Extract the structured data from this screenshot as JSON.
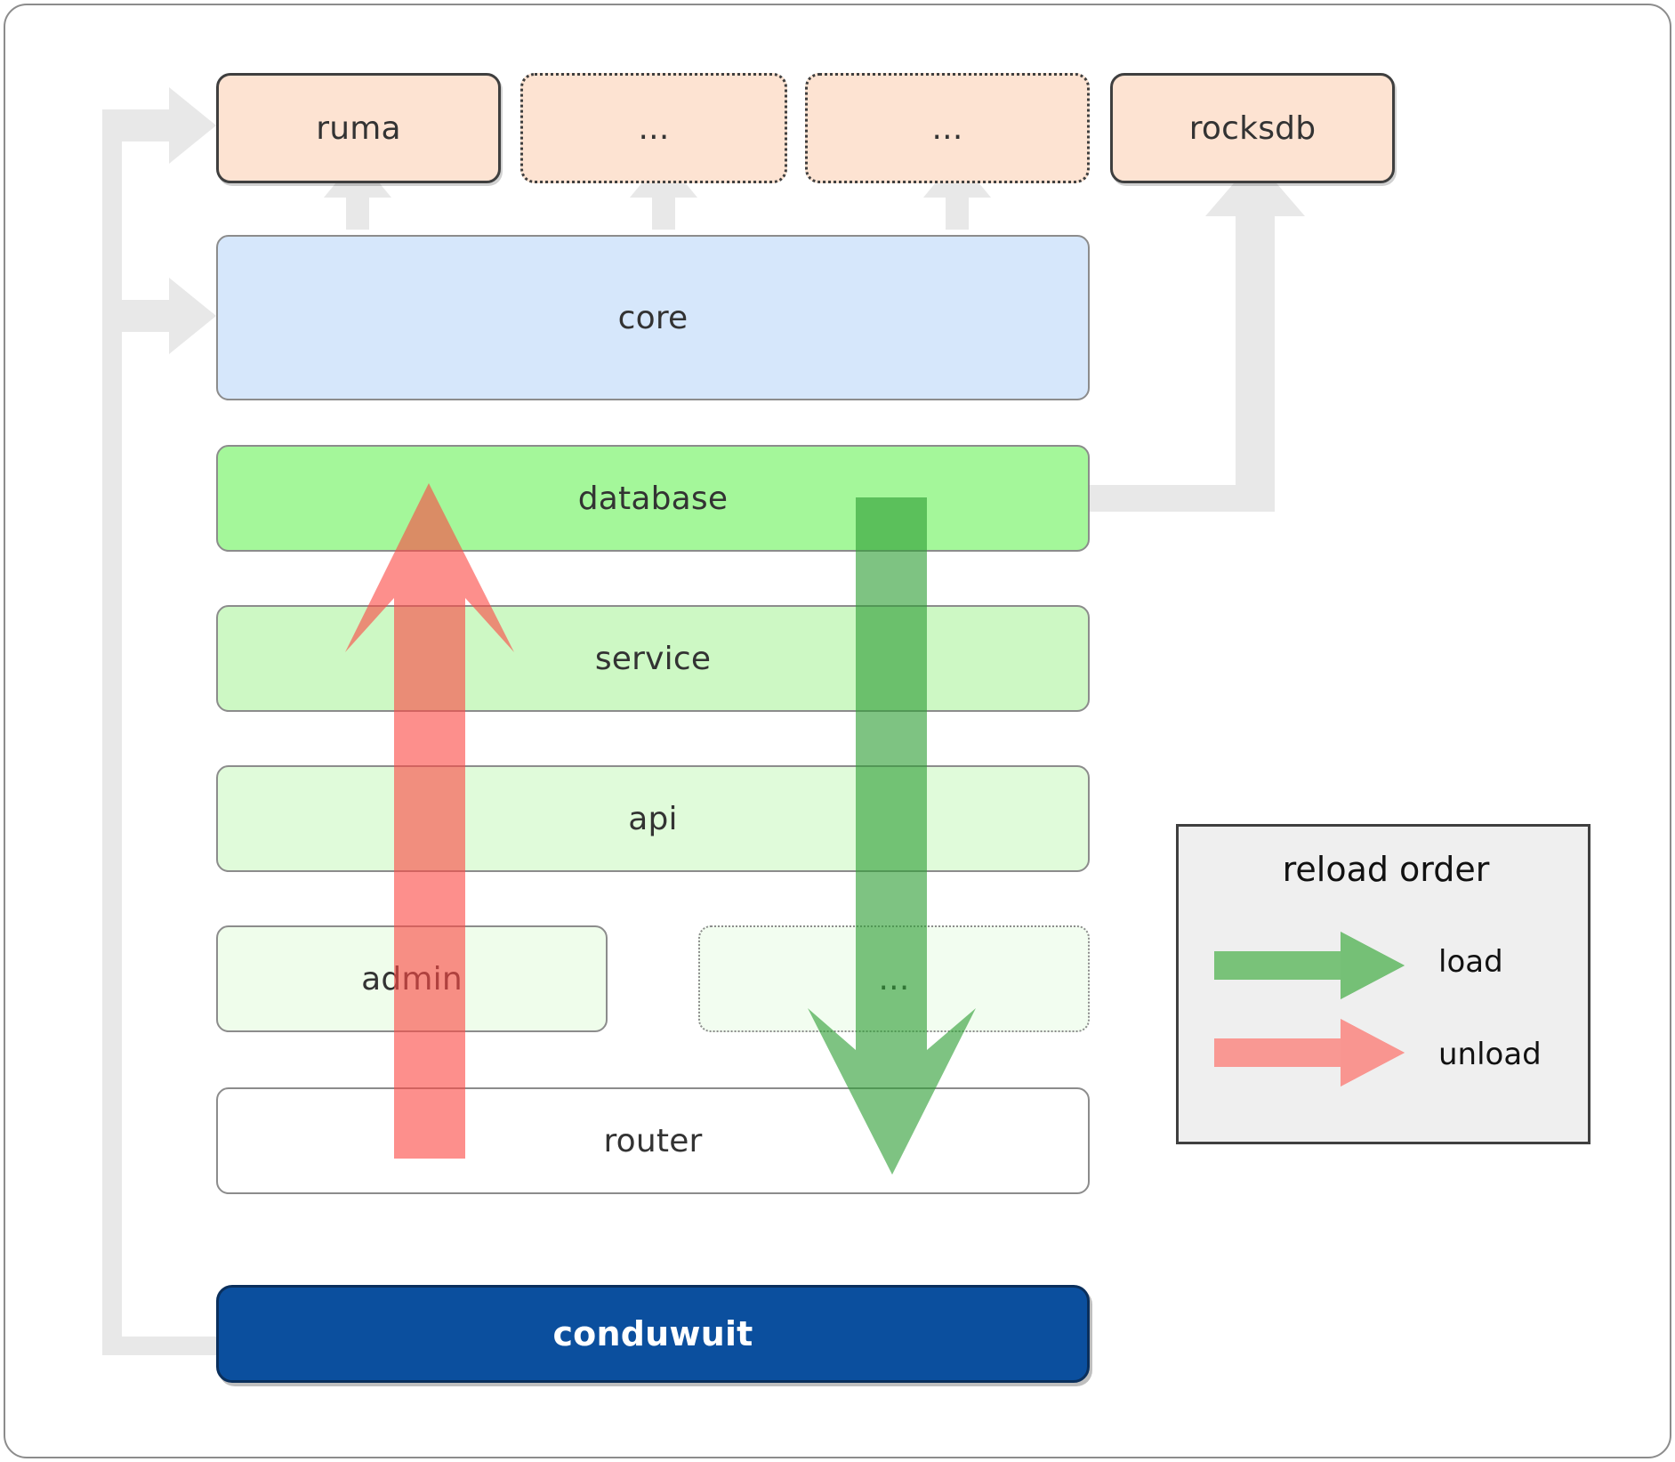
{
  "diagram": {
    "title": "conduwuit crate layering / reload order",
    "dependencies": [
      {
        "id": "ruma",
        "label": "ruma",
        "style": "solid",
        "fill": "#fde3d2"
      },
      {
        "id": "dots-1",
        "label": "...",
        "style": "dotted",
        "fill": "#fde3d2"
      },
      {
        "id": "dots-2",
        "label": "...",
        "style": "dotted",
        "fill": "#fde3d2"
      },
      {
        "id": "rocksdb",
        "label": "rocksdb",
        "style": "solid",
        "fill": "#fde3d2"
      }
    ],
    "layers": [
      {
        "id": "core",
        "label": "core",
        "style": "solid",
        "fill": "#d6e7fb"
      },
      {
        "id": "database",
        "label": "database",
        "style": "solid",
        "fill": "#a4f79a"
      },
      {
        "id": "service",
        "label": "service",
        "style": "solid",
        "fill": "#cdf8c4"
      },
      {
        "id": "api",
        "label": "api",
        "style": "solid",
        "fill": "#e0fbda"
      },
      {
        "id": "admin",
        "label": "admin",
        "style": "solid",
        "fill": "#effdeb"
      },
      {
        "id": "dots-3",
        "label": "...",
        "style": "dotted",
        "fill": "#f2fdf0"
      },
      {
        "id": "router",
        "label": "router",
        "style": "solid",
        "fill": "#ffffff"
      }
    ],
    "app": {
      "label": "conduwuit",
      "fill": "#0b4f9e",
      "text_color": "#ffffff"
    }
  },
  "legend": {
    "title": "reload order",
    "entries": [
      {
        "label": "load",
        "color": "#5cb85c"
      },
      {
        "label": "unload",
        "color": "#fb8983"
      }
    ]
  },
  "colors": {
    "load_arrow": "#5cb85c",
    "unload_arrow": "#fb8983",
    "connector": "#e8e8e8",
    "border": "#8c8c8c",
    "dep_border": "#3f3f3f",
    "text": "#333333"
  }
}
